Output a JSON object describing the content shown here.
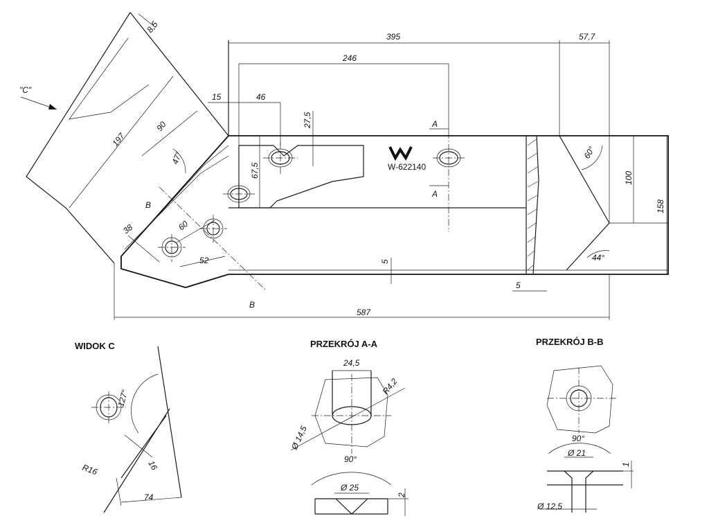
{
  "main_view": {
    "dim_overall_length": "587",
    "dim_top_length": "395",
    "dim_tip_offset": "57,7",
    "dim_inner_length": "246",
    "dim_offset_15": "15",
    "dim_offset_46": "46",
    "dim_slot_depth": "27,5",
    "dim_slot_height": "67,5",
    "dim_height_total": "158",
    "dim_height_100": "100",
    "dim_thickness_5": "5",
    "dim_bottom_5": "5",
    "dim_hole_spacing_52": "52",
    "dim_hole_spacing_60": "60",
    "dim_hole_offset_38": "38",
    "dim_blade_197": "197",
    "dim_blade_90": "90",
    "dim_blade_8_5": "8,5",
    "angle_47": "47°",
    "angle_60": "60°",
    "angle_44": "44°",
    "view_c_marker": "\"C\"",
    "section_a_top": "A",
    "section_a_bottom": "A",
    "section_b_top": "B",
    "section_b_bottom": "B",
    "logo_text": "W-622140"
  },
  "view_c": {
    "title": "WIDOK C",
    "angle_127": "127°",
    "dim_16": "16",
    "dim_r16": "R16",
    "dim_74": "74"
  },
  "section_aa": {
    "title": "PRZEKRÓJ A-A",
    "dim_24_5": "24,5",
    "dim_r4_2": "R4,2",
    "dim_d14_5": "Ø 14,5",
    "angle_90": "90°",
    "dim_d25": "Ø 25",
    "dim_2": "2"
  },
  "section_bb": {
    "title": "PRZEKRÓJ B-B",
    "angle_90": "90°",
    "dim_d21": "Ø 21",
    "dim_1": "1",
    "dim_d12_5": "Ø 12,5"
  }
}
